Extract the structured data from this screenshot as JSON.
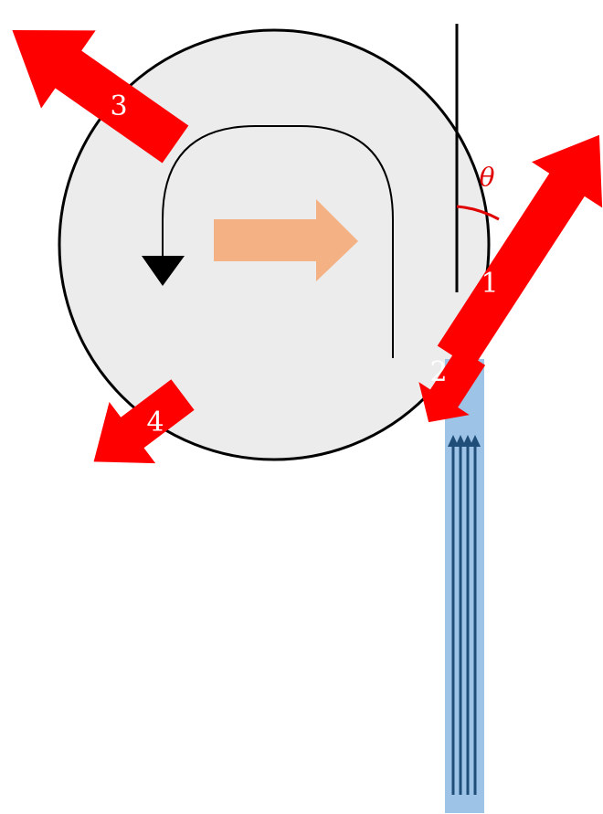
{
  "labels": {
    "arrow_1": "1",
    "arrow_2": "2",
    "arrow_3": "3",
    "arrow_4": "4",
    "angle": "θ"
  },
  "colors": {
    "force_arrow": "#ff0000",
    "angle_marker": "#e00000",
    "disk_fill": "#ececec",
    "disk_outline": "#000000",
    "motion_arrow": "#f4b183",
    "jet_fill": "#9dc3e6",
    "jet_lines": "#1f4e79",
    "path_line": "#000000"
  },
  "icons": {
    "disk": "circle-shape",
    "motion": "block-arrow-right-icon",
    "path": "u-turn-arrow-icon",
    "jet": "streamline-jet-icon"
  }
}
